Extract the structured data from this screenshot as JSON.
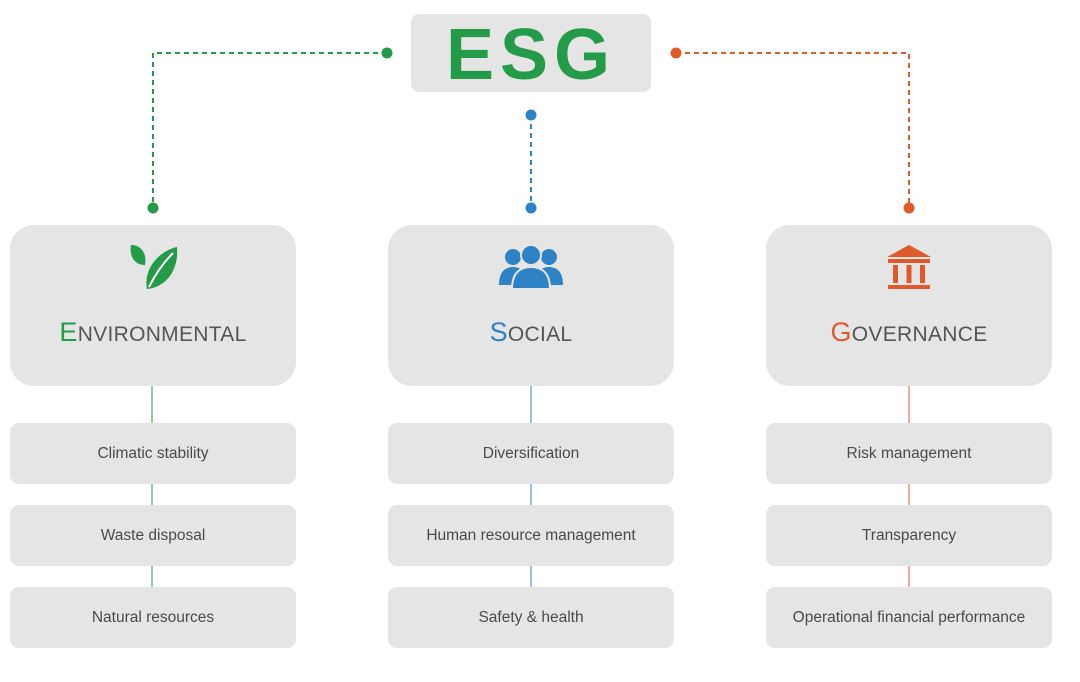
{
  "title": {
    "text": "ESG",
    "color": "#239b48"
  },
  "pillars": [
    {
      "initial": "E",
      "rest": "NVIRONMENTAL",
      "color": "#239b48",
      "icon": "leaf-icon",
      "items": [
        "Climatic stability",
        "Waste disposal",
        "Natural resources"
      ]
    },
    {
      "initial": "S",
      "rest": "OCIAL",
      "color": "#2e82c6",
      "icon": "people-icon",
      "items": [
        "Diversification",
        "Human resource management",
        "Safety & health"
      ]
    },
    {
      "initial": "G",
      "rest": "OVERNANCE",
      "color": "#e0592a",
      "icon": "bank-icon",
      "items": [
        "Risk management",
        "Transparency",
        "Operational financial performance"
      ]
    }
  ]
}
